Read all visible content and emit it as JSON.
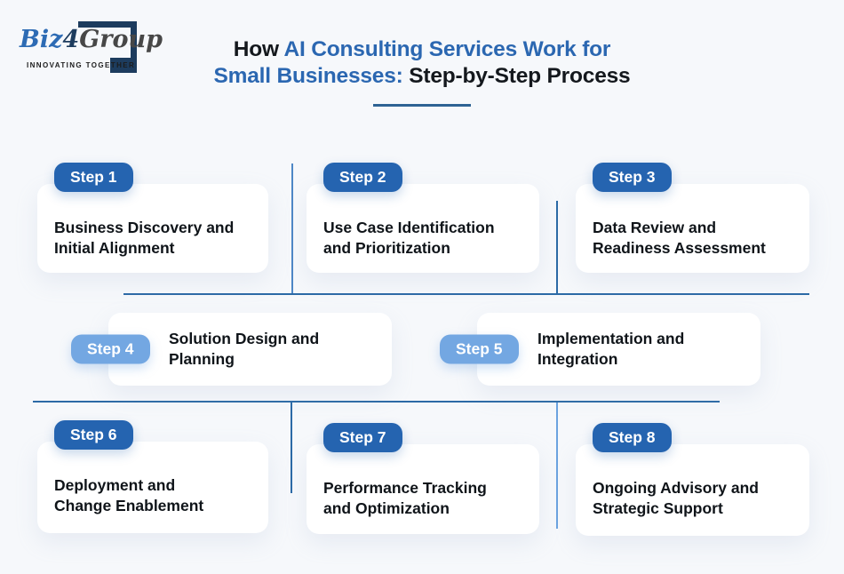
{
  "logo": {
    "biz": "Biz",
    "four": "4",
    "group": "Group",
    "tagline": "INNOVATING TOGETHER"
  },
  "title": {
    "line1_dark": "How ",
    "line1_blue": "AI Consulting Services Work for",
    "line2_blue": "Small Businesses:",
    "line2_dark": " Step-by-Step Process"
  },
  "steps": [
    {
      "badge": "Step 1",
      "label": "Business Discovery and\nInitial Alignment"
    },
    {
      "badge": "Step 2",
      "label": "Use Case Identification\nand Prioritization"
    },
    {
      "badge": "Step 3",
      "label": "Data Review and\nReadiness Assessment"
    },
    {
      "badge": "Step 4",
      "label": "Solution Design and\nPlanning"
    },
    {
      "badge": "Step 5",
      "label": "Implementation and\nIntegration"
    },
    {
      "badge": "Step 6",
      "label": "Deployment and\nChange Enablement"
    },
    {
      "badge": "Step 7",
      "label": "Performance Tracking\nand Optimization"
    },
    {
      "badge": "Step 8",
      "label": "Ongoing Advisory and\nStrategic Support"
    }
  ],
  "colors": {
    "badge_dark": "#2564b0",
    "badge_light": "#73a7e2",
    "line_dark": "#2c6aa6",
    "line_light": "#6ba3e0",
    "title_blue": "#2b67b1",
    "title_dark": "#14181d",
    "logo_navy": "#1d3c5e",
    "logo_blue": "#2d6bb4",
    "logo_gray": "#474747"
  }
}
